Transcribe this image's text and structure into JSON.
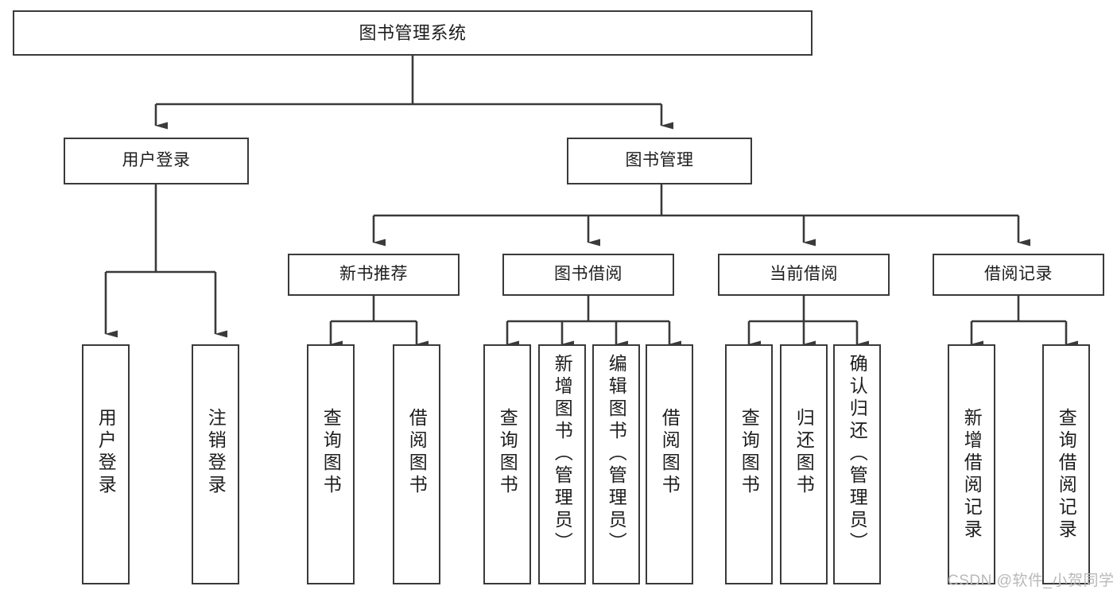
{
  "diagram": {
    "title": "图书管理系统",
    "type": "functional-structure-tree",
    "root": {
      "label": "图书管理系统"
    },
    "level2": [
      {
        "label": "用户登录"
      },
      {
        "label": "图书管理"
      }
    ],
    "level3": [
      {
        "label": "新书推荐"
      },
      {
        "label": "图书借阅"
      },
      {
        "label": "当前借阅"
      },
      {
        "label": "借阅记录"
      }
    ],
    "leaves": {
      "user_login": [
        {
          "label": "用户登录"
        },
        {
          "label": "注销登录"
        }
      ],
      "new_book_recommend": [
        {
          "label": "查询图书"
        },
        {
          "label": "借阅图书"
        }
      ],
      "book_borrow": [
        {
          "label": "查询图书"
        },
        {
          "label": "新增图书（管理员）"
        },
        {
          "label": "编辑图书（管理员）"
        },
        {
          "label": "借阅图书"
        }
      ],
      "current_borrow": [
        {
          "label": "查询图书"
        },
        {
          "label": "归还图书"
        },
        {
          "label": "确认归还（管理员）"
        }
      ],
      "borrow_record": [
        {
          "label": "新增借阅记录"
        },
        {
          "label": "查询借阅记录"
        }
      ]
    }
  },
  "watermark": {
    "text": "CSDN @软件_小贺同学"
  },
  "colors": {
    "box_border": "#3a3a3a",
    "connector": "#3a3a3a",
    "text": "#1d1d1d",
    "background": "#ffffff",
    "watermark": "#b9b9b9"
  }
}
